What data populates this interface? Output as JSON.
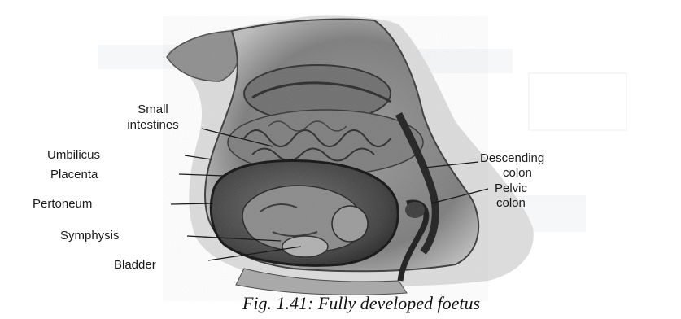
{
  "labels": {
    "small_intestines_line1": "Small",
    "small_intestines_line2": "intestines",
    "umbilicus": "Umbilicus",
    "placenta": "Placenta",
    "pertoneum": "Pertoneum",
    "symphysis": "Symphysis",
    "bladder": "Bladder",
    "descending_colon_line1": "Descending",
    "descending_colon_line2": "colon",
    "pelvic_colon_line1": "Pelvic",
    "pelvic_colon_line2": "colon"
  },
  "caption": "Fig. 1.41: Fully developed foetus"
}
